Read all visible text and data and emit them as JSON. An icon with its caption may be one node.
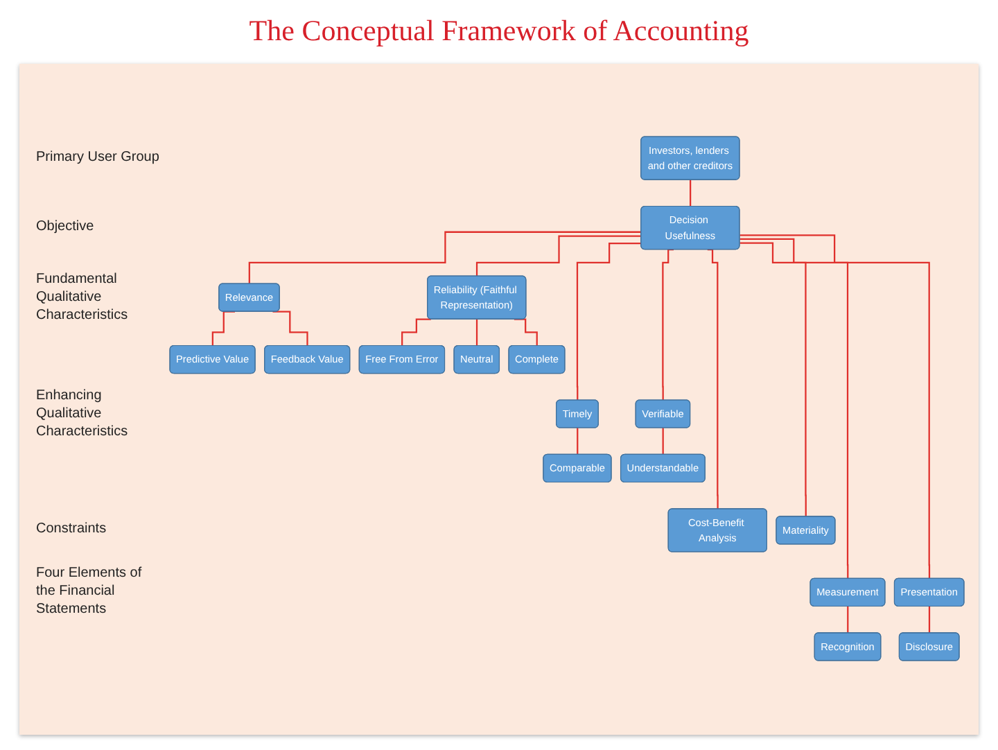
{
  "diagram": {
    "title": "The Conceptual Framework of Accounting",
    "nodes": [
      {
        "text": [
          "Investors, lenders and other creditors"
        ]
      },
      {
        "text": [
          "Decision Usefulness"
        ]
      },
      {
        "text": [
          "Relevance"
        ]
      },
      {
        "text": [
          "Reliability (Faithful Representation)"
        ]
      },
      {
        "text": [
          "Predictive Value"
        ]
      },
      {
        "text": [
          "Feedback Value"
        ]
      },
      {
        "text": [
          "Free From Error"
        ]
      },
      {
        "text": [
          "Neutral"
        ]
      },
      {
        "text": [
          "Complete"
        ]
      },
      {
        "text": [
          "Comparable"
        ]
      },
      {
        "text": [
          "Timely"
        ]
      },
      {
        "text": [
          "Verifiable"
        ]
      },
      {
        "text": [
          "Understandable"
        ]
      },
      {
        "text": [
          "Cost-Benefit Analysis"
        ]
      },
      {
        "text": [
          "Materiality"
        ]
      },
      {
        "text": [
          "Recognition"
        ]
      },
      {
        "text": [
          "Measurement"
        ]
      },
      {
        "text": [
          "Presentation"
        ]
      },
      {
        "text": [
          "Disclosure"
        ]
      }
    ],
    "edges": [
      {
        "from": 0,
        "to": 1,
        "arrow": "none"
      },
      {
        "from": 1,
        "to": 2,
        "arrow": "none"
      },
      {
        "from": 1,
        "to": 3,
        "arrow": "none"
      },
      {
        "from": 2,
        "to": 4,
        "arrow": "none"
      },
      {
        "from": 2,
        "to": 5,
        "arrow": "none"
      },
      {
        "from": 3,
        "to": 6,
        "arrow": "none"
      },
      {
        "from": 3,
        "to": 7,
        "arrow": "none"
      },
      {
        "from": 3,
        "to": 8,
        "arrow": "none"
      },
      {
        "from": 10,
        "to": 9,
        "arrow": "none"
      },
      {
        "from": 1,
        "to": 10,
        "arrow": "none"
      },
      {
        "from": 1,
        "to": 11,
        "arrow": "none"
      },
      {
        "from": 11,
        "to": 12,
        "arrow": "none"
      },
      {
        "from": 1,
        "to": 13,
        "arrow": "none"
      },
      {
        "from": 1,
        "to": 14,
        "arrow": "none"
      },
      {
        "from": 16,
        "to": 15,
        "arrow": "none"
      },
      {
        "from": 1,
        "to": 16,
        "arrow": "none"
      },
      {
        "from": 1,
        "to": 17,
        "arrow": "none"
      },
      {
        "from": 17,
        "to": 18,
        "arrow": "none"
      }
    ],
    "labels": [
      "Primary User Group",
      "Objective",
      "Fundamental Qualitative Characteristics",
      "Enhancing Qualitative Characteristics",
      "Constraints",
      "Four Elements of the Financial Statements"
    ]
  }
}
